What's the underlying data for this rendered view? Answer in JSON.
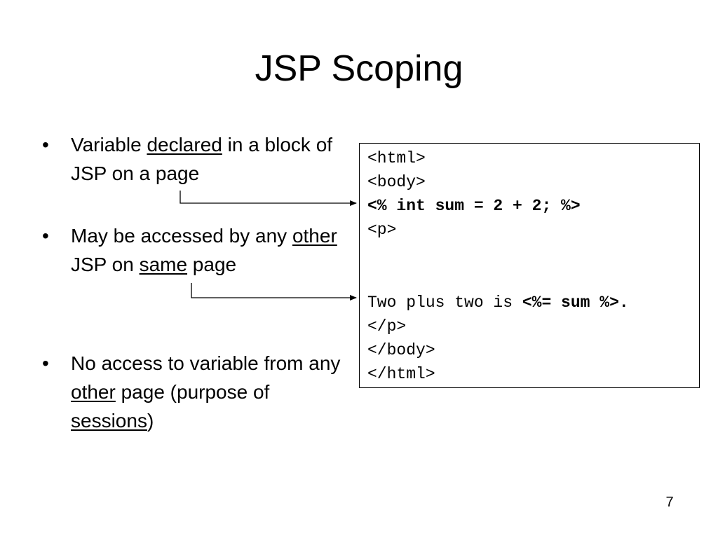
{
  "title": "JSP Scoping",
  "bullets": [
    {
      "marker": "•",
      "parts": [
        {
          "text": "Variable ",
          "underline": false
        },
        {
          "text": "declared",
          "underline": true
        },
        {
          "text": " in a block of JSP on a page",
          "underline": false
        }
      ]
    },
    {
      "marker": "•",
      "parts": [
        {
          "text": "May be accessed by any ",
          "underline": false
        },
        {
          "text": "other",
          "underline": true
        },
        {
          "text": " JSP on ",
          "underline": false
        },
        {
          "text": "same",
          "underline": true
        },
        {
          "text": " page",
          "underline": false
        }
      ]
    },
    {
      "marker": "•",
      "parts": [
        {
          "text": "No access to variable from any ",
          "underline": false
        },
        {
          "text": "other",
          "underline": true
        },
        {
          "text": " page (purpose of ",
          "underline": false
        },
        {
          "text": "sessions",
          "underline": true
        },
        {
          "text": ")",
          "underline": false
        }
      ]
    }
  ],
  "code": [
    [
      {
        "text": "<html>",
        "bold": false
      }
    ],
    [
      {
        "text": "<body>",
        "bold": false
      }
    ],
    [
      {
        "text": "<% int sum = 2 + 2; %>",
        "bold": true
      }
    ],
    [
      {
        "text": "<p>",
        "bold": false
      }
    ],
    [
      {
        "text": "Two plus two is ",
        "bold": false
      },
      {
        "text": "<%= sum %>.",
        "bold": true
      }
    ],
    [
      {
        "text": "</p>",
        "bold": false
      }
    ],
    [
      {
        "text": "</body>",
        "bold": false
      }
    ],
    [
      {
        "text": "</html>",
        "bold": false
      }
    ]
  ],
  "page_number": "7"
}
